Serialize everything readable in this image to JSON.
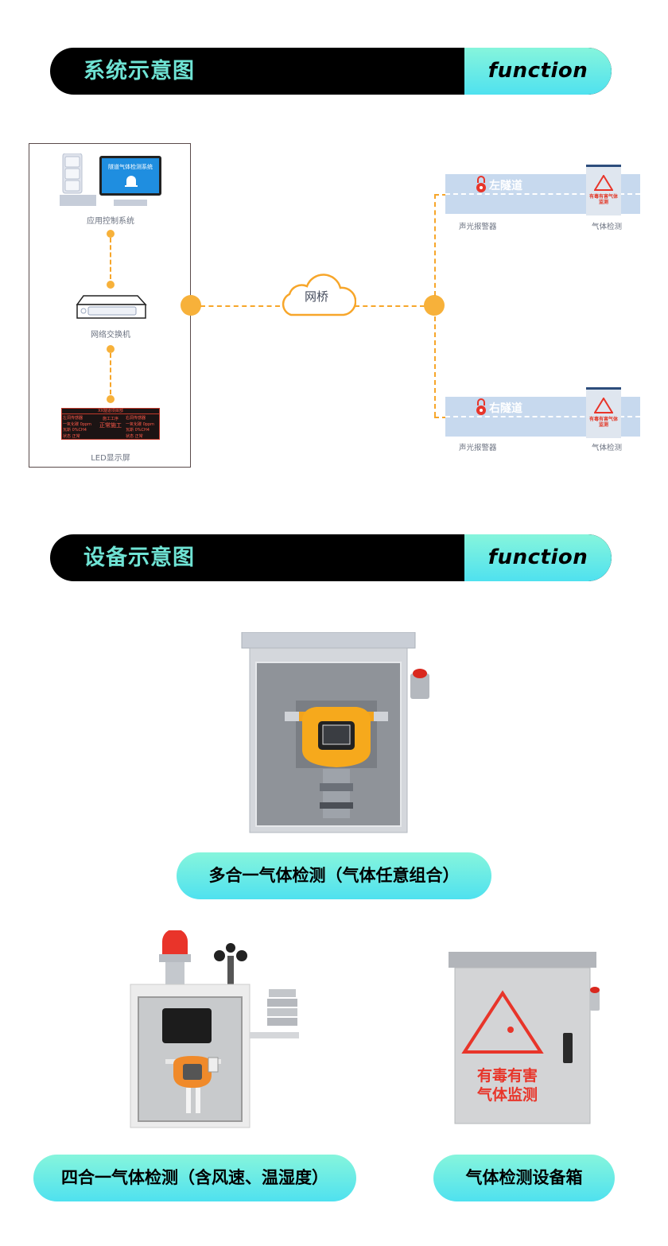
{
  "sections": [
    {
      "title": "系统示意图",
      "tag": "function"
    },
    {
      "title": "设备示意图",
      "tag": "function"
    }
  ],
  "system_diagram": {
    "control_system": {
      "label": "应用控制系统",
      "screen_title": "隧道气体检测系统"
    },
    "switch": {
      "label": "网络交换机"
    },
    "led": {
      "label": "LED显示屏",
      "header": "XX隧道项目部",
      "left": [
        "左洞传感器",
        "一氧化碳 0ppm",
        "瓦斯 0%CH4",
        "状态 正常"
      ],
      "center_top": "施工工序",
      "center_main": "正常施工",
      "right": [
        "右洞传感器",
        "一氧化碳 0ppm",
        "瓦斯 0%CH4",
        "状态 正常"
      ]
    },
    "bridge": {
      "label": "网桥"
    },
    "tunnels": [
      {
        "name": "左隧道",
        "alarm_label": "声光报警器",
        "detector_label": "气体检测",
        "cabinet_text": "有毒有害气体监测"
      },
      {
        "name": "右隧道",
        "alarm_label": "声光报警器",
        "detector_label": "气体检测",
        "cabinet_text": "有毒有害气体监测"
      }
    ],
    "colors": {
      "link": "#f7a62a",
      "tunnel": "#c7d9ee",
      "screen": "#1f8ee0"
    }
  },
  "devices": [
    {
      "caption": "多合一气体检测（气体任意组合）"
    },
    {
      "caption": "四合一气体检测（含风速、温湿度）"
    },
    {
      "caption": "气体检测设备箱",
      "sign_line1": "有毒有害",
      "sign_line2": "气体监测"
    }
  ],
  "colors": {
    "header_bg": "#000000",
    "header_text": "#6fe3d4",
    "accent_top": "#86f5dc",
    "accent_bottom": "#4fe1ef",
    "warning_red": "#e8352a",
    "detector_orange": "#f6a91c"
  }
}
